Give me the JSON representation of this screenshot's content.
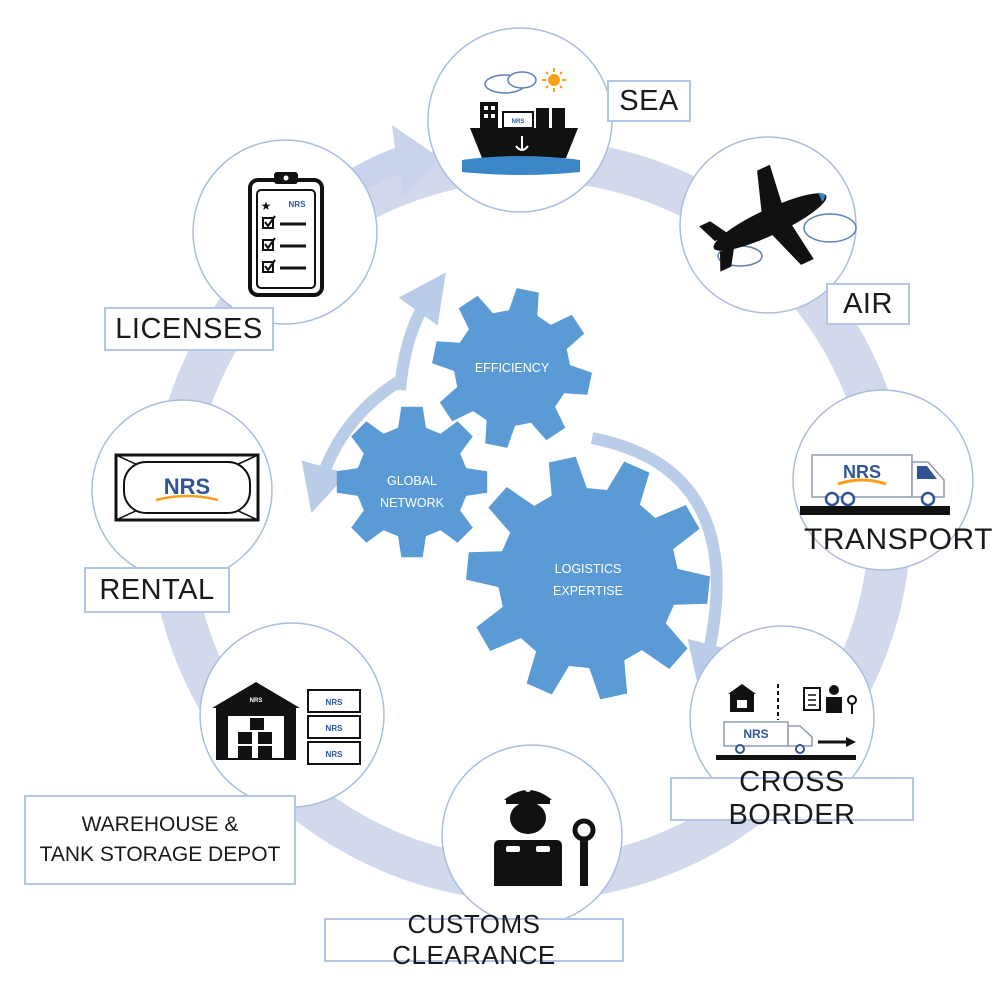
{
  "services": {
    "sea": "SEA",
    "air": "AIR",
    "transport": "TRANSPORT",
    "cross_border": "CROSS BORDER",
    "customs": "CUSTOMS CLEARANCE",
    "warehouse_line1": "WAREHOUSE &",
    "warehouse_line2": "TANK STORAGE DEPOT",
    "rental": "RENTAL",
    "licenses": "LICENSES"
  },
  "gears": {
    "efficiency": "EFFICIENCY",
    "global_line1": "GLOBAL",
    "global_line2": "NETWORK",
    "logistics_line1": "LOGISTICS",
    "logistics_line2": "EXPERTISE"
  },
  "brand": {
    "logo_text": "NRS",
    "primary": "#5b9bd5",
    "ring": "#d2d9ed",
    "arrow": "#b9cde8",
    "logo_blue": "#2f5597",
    "logo_orange": "#f4a21c"
  },
  "icons": {
    "sea": "cargo-ship-icon",
    "air": "airplane-icon",
    "transport": "truck-icon",
    "cross_border": "border-truck-icon",
    "customs": "customs-officer-icon",
    "warehouse": "warehouse-icon",
    "rental": "container-icon",
    "licenses": "clipboard-checklist-icon"
  }
}
